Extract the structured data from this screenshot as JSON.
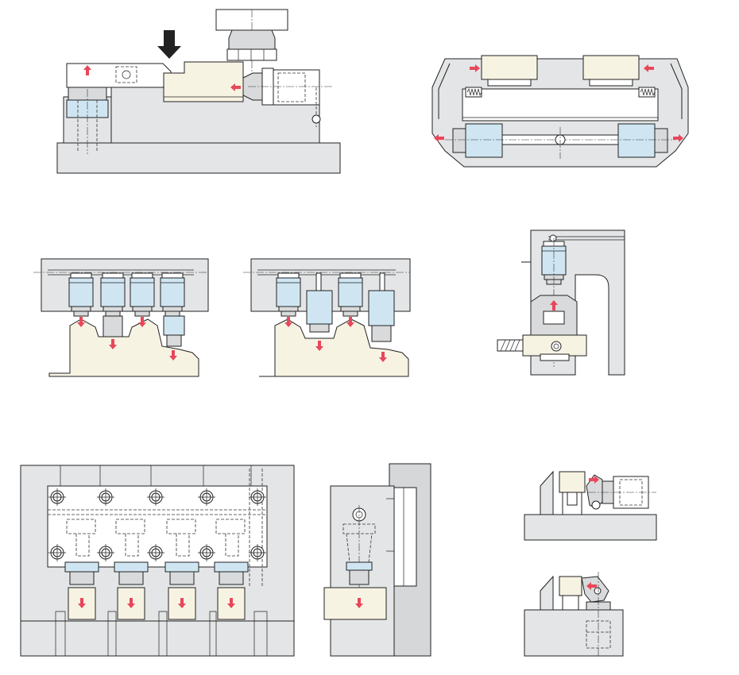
{
  "colors": {
    "arrow": "#e8475a",
    "workpiece": "#f7f3e3",
    "cylinder": "#cfe6f2",
    "base": "#e4e5e6",
    "line": "#222222"
  },
  "figures": [
    {
      "id": "side-clamp-assembly"
    },
    {
      "id": "dual-horizontal-clamp"
    },
    {
      "id": "stepped-workpiece-clamp-a"
    },
    {
      "id": "stepped-workpiece-clamp-b"
    },
    {
      "id": "bracket-support-clamp"
    },
    {
      "id": "multi-station-fixture"
    },
    {
      "id": "side-view-fixture"
    },
    {
      "id": "swing-lever-horizontal"
    },
    {
      "id": "swing-lever-vertical"
    }
  ]
}
